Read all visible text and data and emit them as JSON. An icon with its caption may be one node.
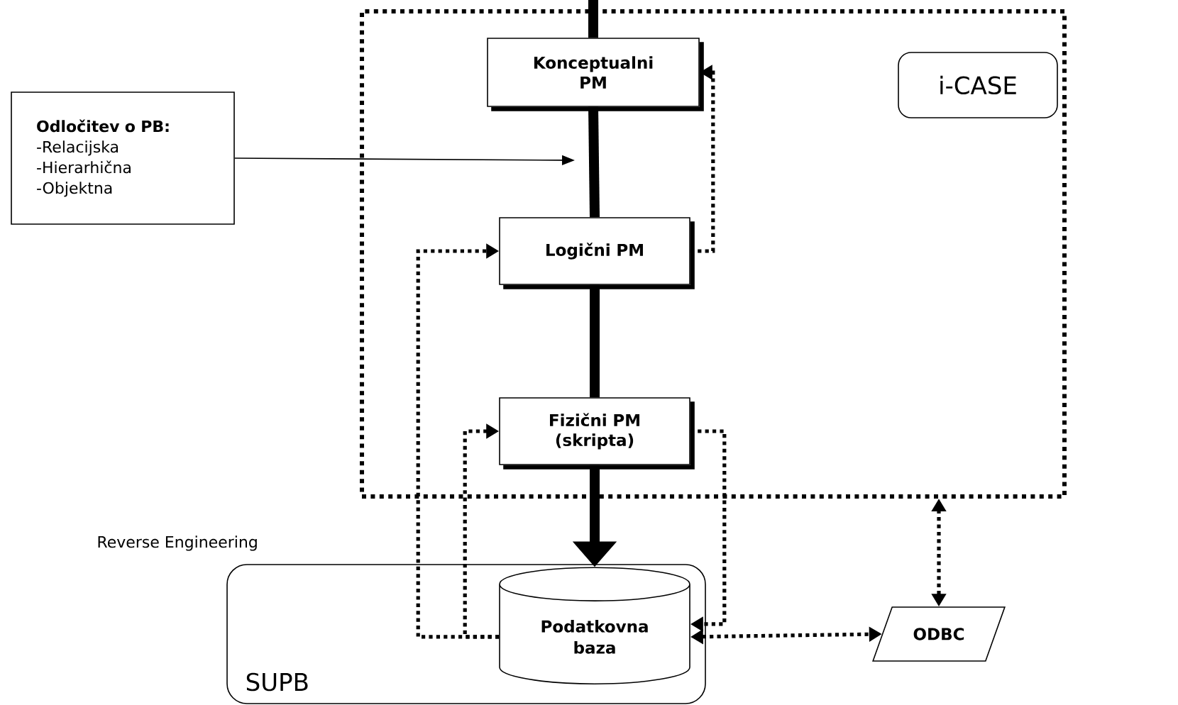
{
  "diagram": {
    "nodes": [
      {
        "text": [],
        "shape": "box"
      },
      {
        "text": [
          "i-CASE"
        ],
        "in": 0
      },
      {
        "text": [
          "Konceptualni PM"
        ],
        "in": 0
      },
      {
        "text": [
          "Odločitev o PB:",
          "-Relacijska -Hierarhična -Objektna"
        ]
      },
      {
        "text": [
          "Logični PM"
        ],
        "in": 0
      },
      {
        "text": [
          "Fizični PM (skripta)"
        ],
        "in": 0
      },
      {
        "text": [
          "SUPB"
        ]
      },
      {
        "text": [
          "Podatkovna baza"
        ],
        "in": 6
      },
      {
        "text": [
          "ODBC"
        ]
      }
    ],
    "edges": [
      {
        "from": null,
        "to": 2,
        "arrow": "none",
        "style": "thick"
      },
      {
        "from": 2,
        "to": 4,
        "arrow": "none",
        "style": "thick"
      },
      {
        "from": 4,
        "to": 5,
        "arrow": "none",
        "style": "thick"
      },
      {
        "from": 5,
        "to": 7,
        "arrow": "to",
        "style": "thick"
      },
      {
        "from": 3,
        "to": null,
        "arrow": "to"
      },
      {
        "from": 4,
        "to": 2,
        "arrow": "to",
        "style": "dashed"
      },
      {
        "from": 7,
        "to": 4,
        "arrow": "to",
        "style": "dashed"
      },
      {
        "from": 7,
        "to": 5,
        "arrow": "to",
        "style": "dashed"
      },
      {
        "from": 5,
        "to": 7,
        "arrow": "to",
        "style": "dashed"
      },
      {
        "from": 7,
        "to": 8,
        "arrow": "both",
        "style": "dashed"
      },
      {
        "from": 8,
        "to": 0,
        "arrow": "both",
        "style": "dashed"
      }
    ],
    "labels": [
      "Reverse Engineering"
    ]
  }
}
